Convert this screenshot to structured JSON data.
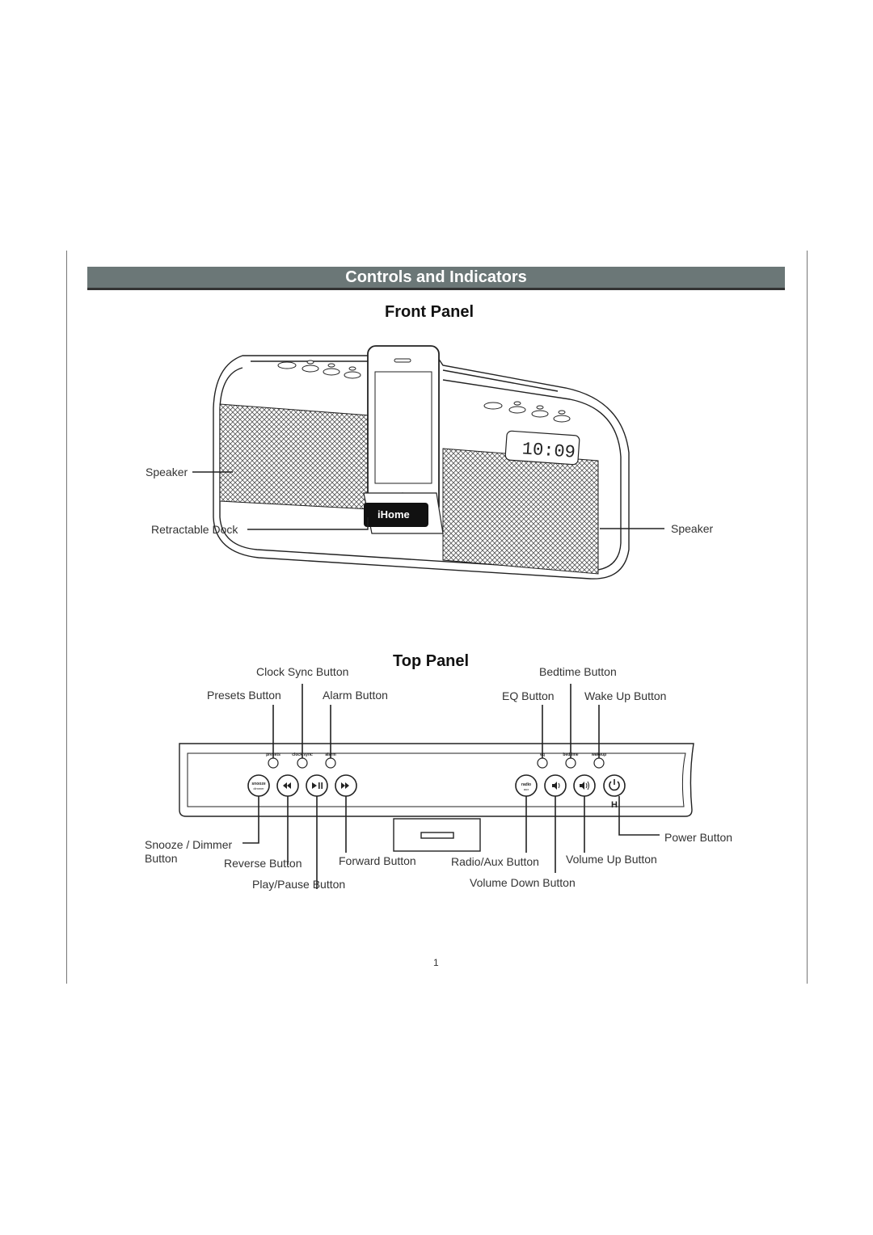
{
  "header": {
    "title": "Controls and Indicators"
  },
  "front_panel": {
    "title": "Front Panel",
    "labels": {
      "speaker_left": "Speaker",
      "retractable_dock": "Retractable Dock",
      "speaker_right": "Speaker"
    },
    "display_time": "10:09",
    "dock_brand": "iHome"
  },
  "top_panel": {
    "title": "Top Panel",
    "labels": {
      "clock_sync": "Clock Sync Button",
      "presets": "Presets Button",
      "alarm": "Alarm Button",
      "bedtime": "Bedtime Button",
      "eq": "EQ Button",
      "wakeup": "Wake Up Button",
      "power": "Power Button",
      "snooze_dimmer_line1": "Snooze / Dimmer",
      "snooze_dimmer_line2": "Button",
      "reverse": "Reverse Button",
      "forward": "Forward Button",
      "radio_aux": "Radio/Aux Button",
      "volume_up": "Volume Up Button",
      "play_pause": "Play/Pause Button",
      "volume_down": "Volume Down Button"
    },
    "button_text": {
      "presets": "presets",
      "clock_sync": "clock sync",
      "alarm": "alarm",
      "eq": "eq",
      "bedtime": "bedtime",
      "wakeup": "wakeup",
      "snooze": "snooze",
      "dimmer": "dimmer",
      "radio": "radio",
      "aux": "aux"
    }
  },
  "page_number": "1"
}
